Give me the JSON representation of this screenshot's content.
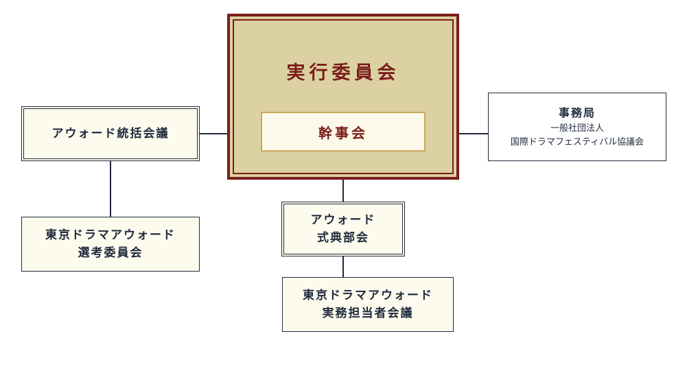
{
  "main": {
    "title": "実行委員会",
    "kanji": "幹事会"
  },
  "award_council": "アウォード統括会議",
  "selection": {
    "line1": "東京ドラマアウォード",
    "line2": "選考委員会"
  },
  "ceremony": {
    "line1": "アウォード",
    "line2": "式典部会"
  },
  "practical": {
    "line1": "東京ドラマアウォード",
    "line2": "実務担当者会議"
  },
  "secretariat": {
    "title": "事務局",
    "line1": "一般社団法人",
    "line2": "国際ドラマフェスティバル協議会"
  },
  "colors": {
    "main_border": "#7a1d19",
    "main_fill": "#dcd1a3",
    "box_fill": "#fdfaee",
    "line": "#1f2a3d"
  }
}
